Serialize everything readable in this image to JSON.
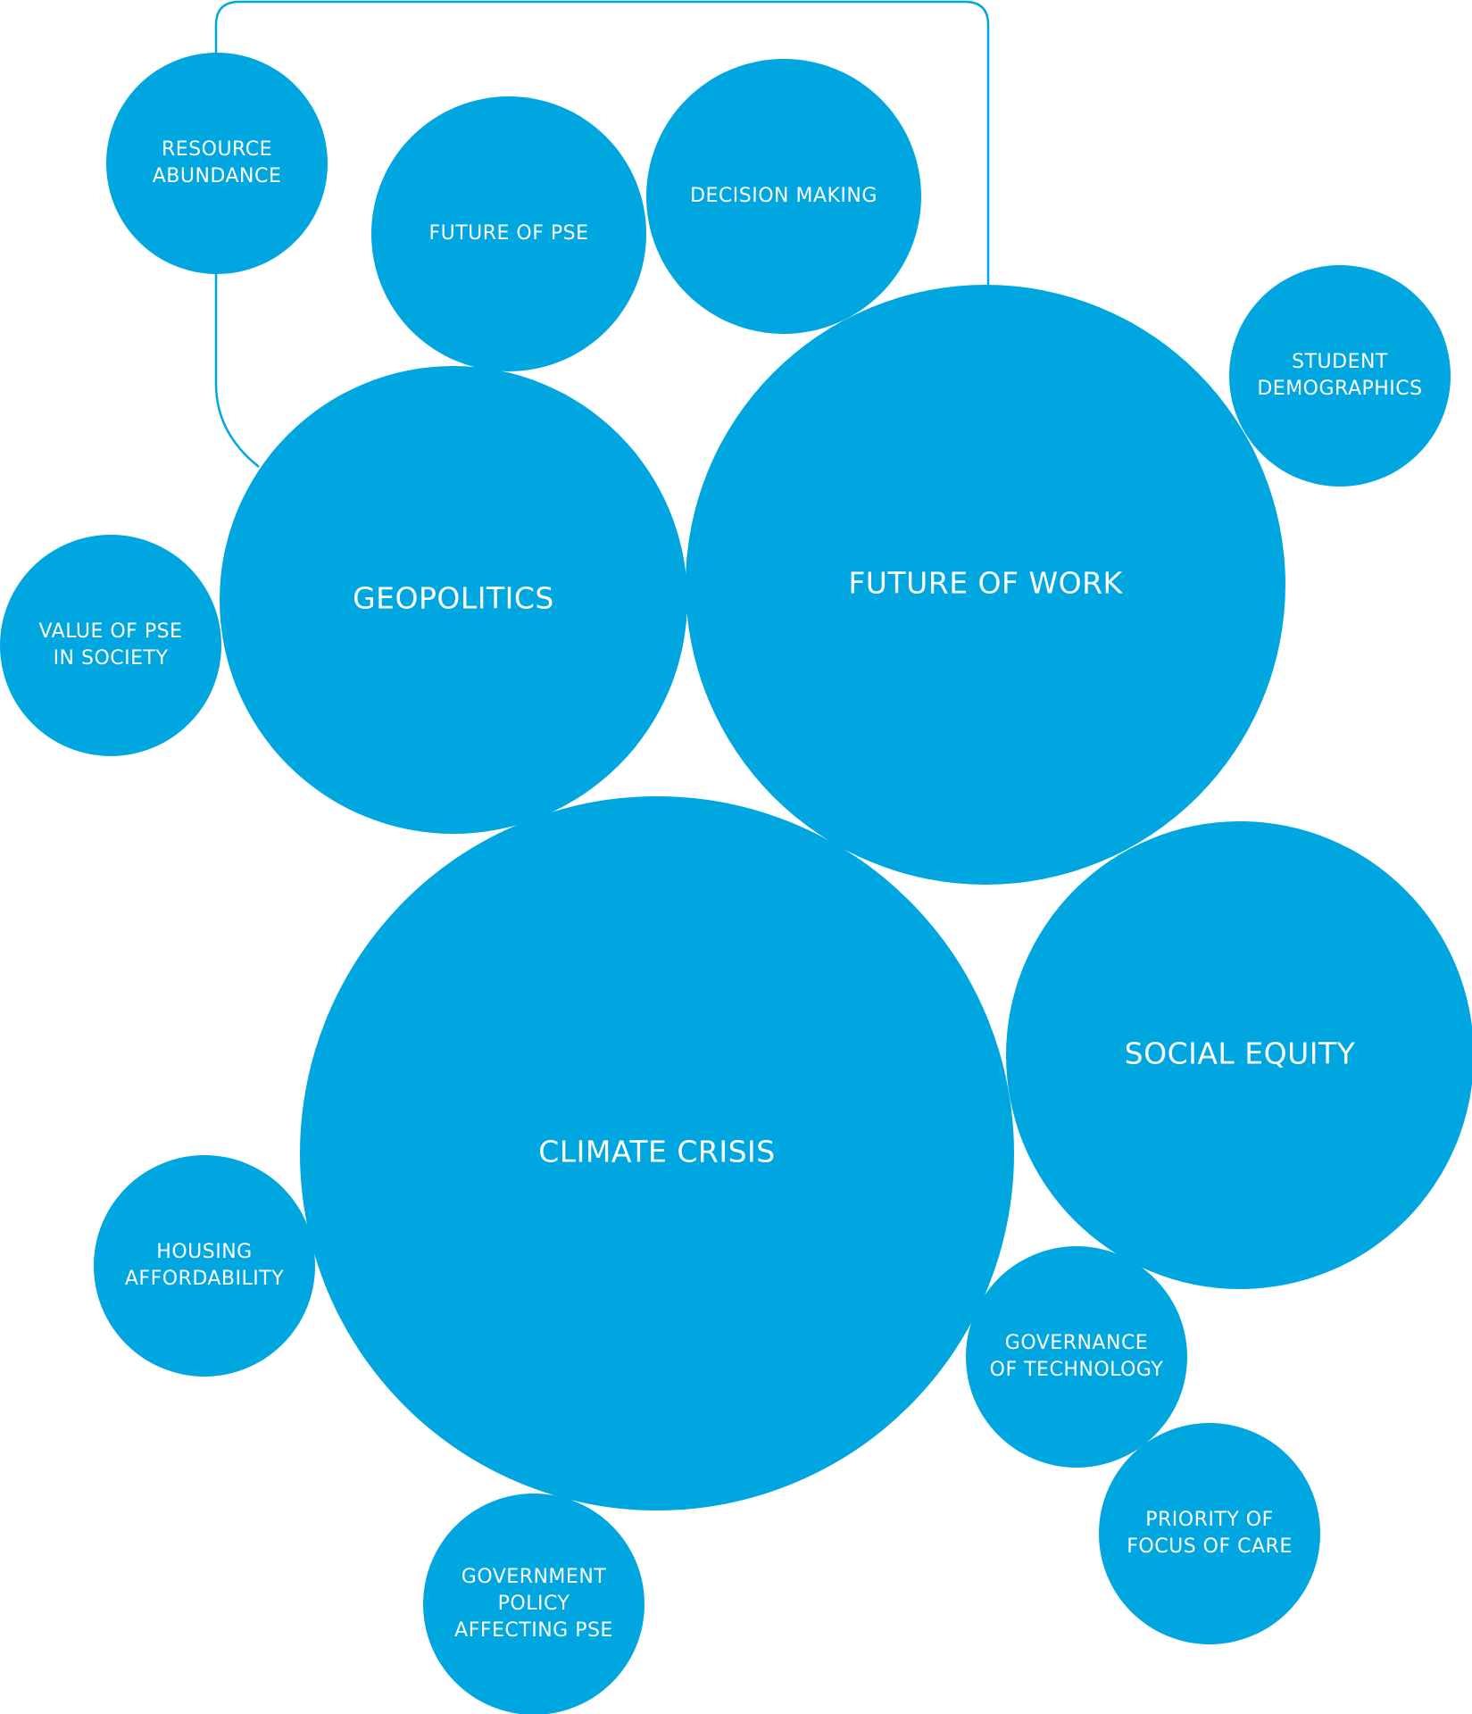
{
  "colors": {
    "bubble": "#00A6E0",
    "bracket": "#00A6E0",
    "text": "#FFFFFF",
    "background": "#FFFFFF"
  },
  "bubbles": [
    {
      "id": "resource-abundance",
      "lines": [
        "RESOURCE",
        "ABUNDANCE"
      ],
      "size": "small"
    },
    {
      "id": "future-of-pse",
      "lines": [
        "FUTURE OF PSE"
      ],
      "size": "small"
    },
    {
      "id": "decision-making",
      "lines": [
        "DECISION MAKING"
      ],
      "size": "small"
    },
    {
      "id": "student-demographics",
      "lines": [
        "STUDENT",
        "DEMOGRAPHICS"
      ],
      "size": "small"
    },
    {
      "id": "geopolitics",
      "lines": [
        "GEOPOLITICS"
      ],
      "size": "large"
    },
    {
      "id": "future-of-work",
      "lines": [
        "FUTURE OF WORK"
      ],
      "size": "large"
    },
    {
      "id": "value-of-pse",
      "lines": [
        "VALUE OF PSE",
        "IN SOCIETY"
      ],
      "size": "small"
    },
    {
      "id": "climate-crisis",
      "lines": [
        "CLIMATE CRISIS"
      ],
      "size": "large"
    },
    {
      "id": "social-equity",
      "lines": [
        "SOCIAL EQUITY"
      ],
      "size": "large"
    },
    {
      "id": "housing-affordability",
      "lines": [
        "HOUSING",
        "AFFORDABILITY"
      ],
      "size": "small"
    },
    {
      "id": "governance-of-technology",
      "lines": [
        "GOVERNANCE",
        "OF TECHNOLOGY"
      ],
      "size": "small"
    },
    {
      "id": "government-policy",
      "lines": [
        "GOVERNMENT",
        "POLICY",
        "AFFECTING PSE"
      ],
      "size": "small"
    },
    {
      "id": "priority-of-focus",
      "lines": [
        "PRIORITY OF",
        "FOCUS OF CARE"
      ],
      "size": "small"
    }
  ]
}
